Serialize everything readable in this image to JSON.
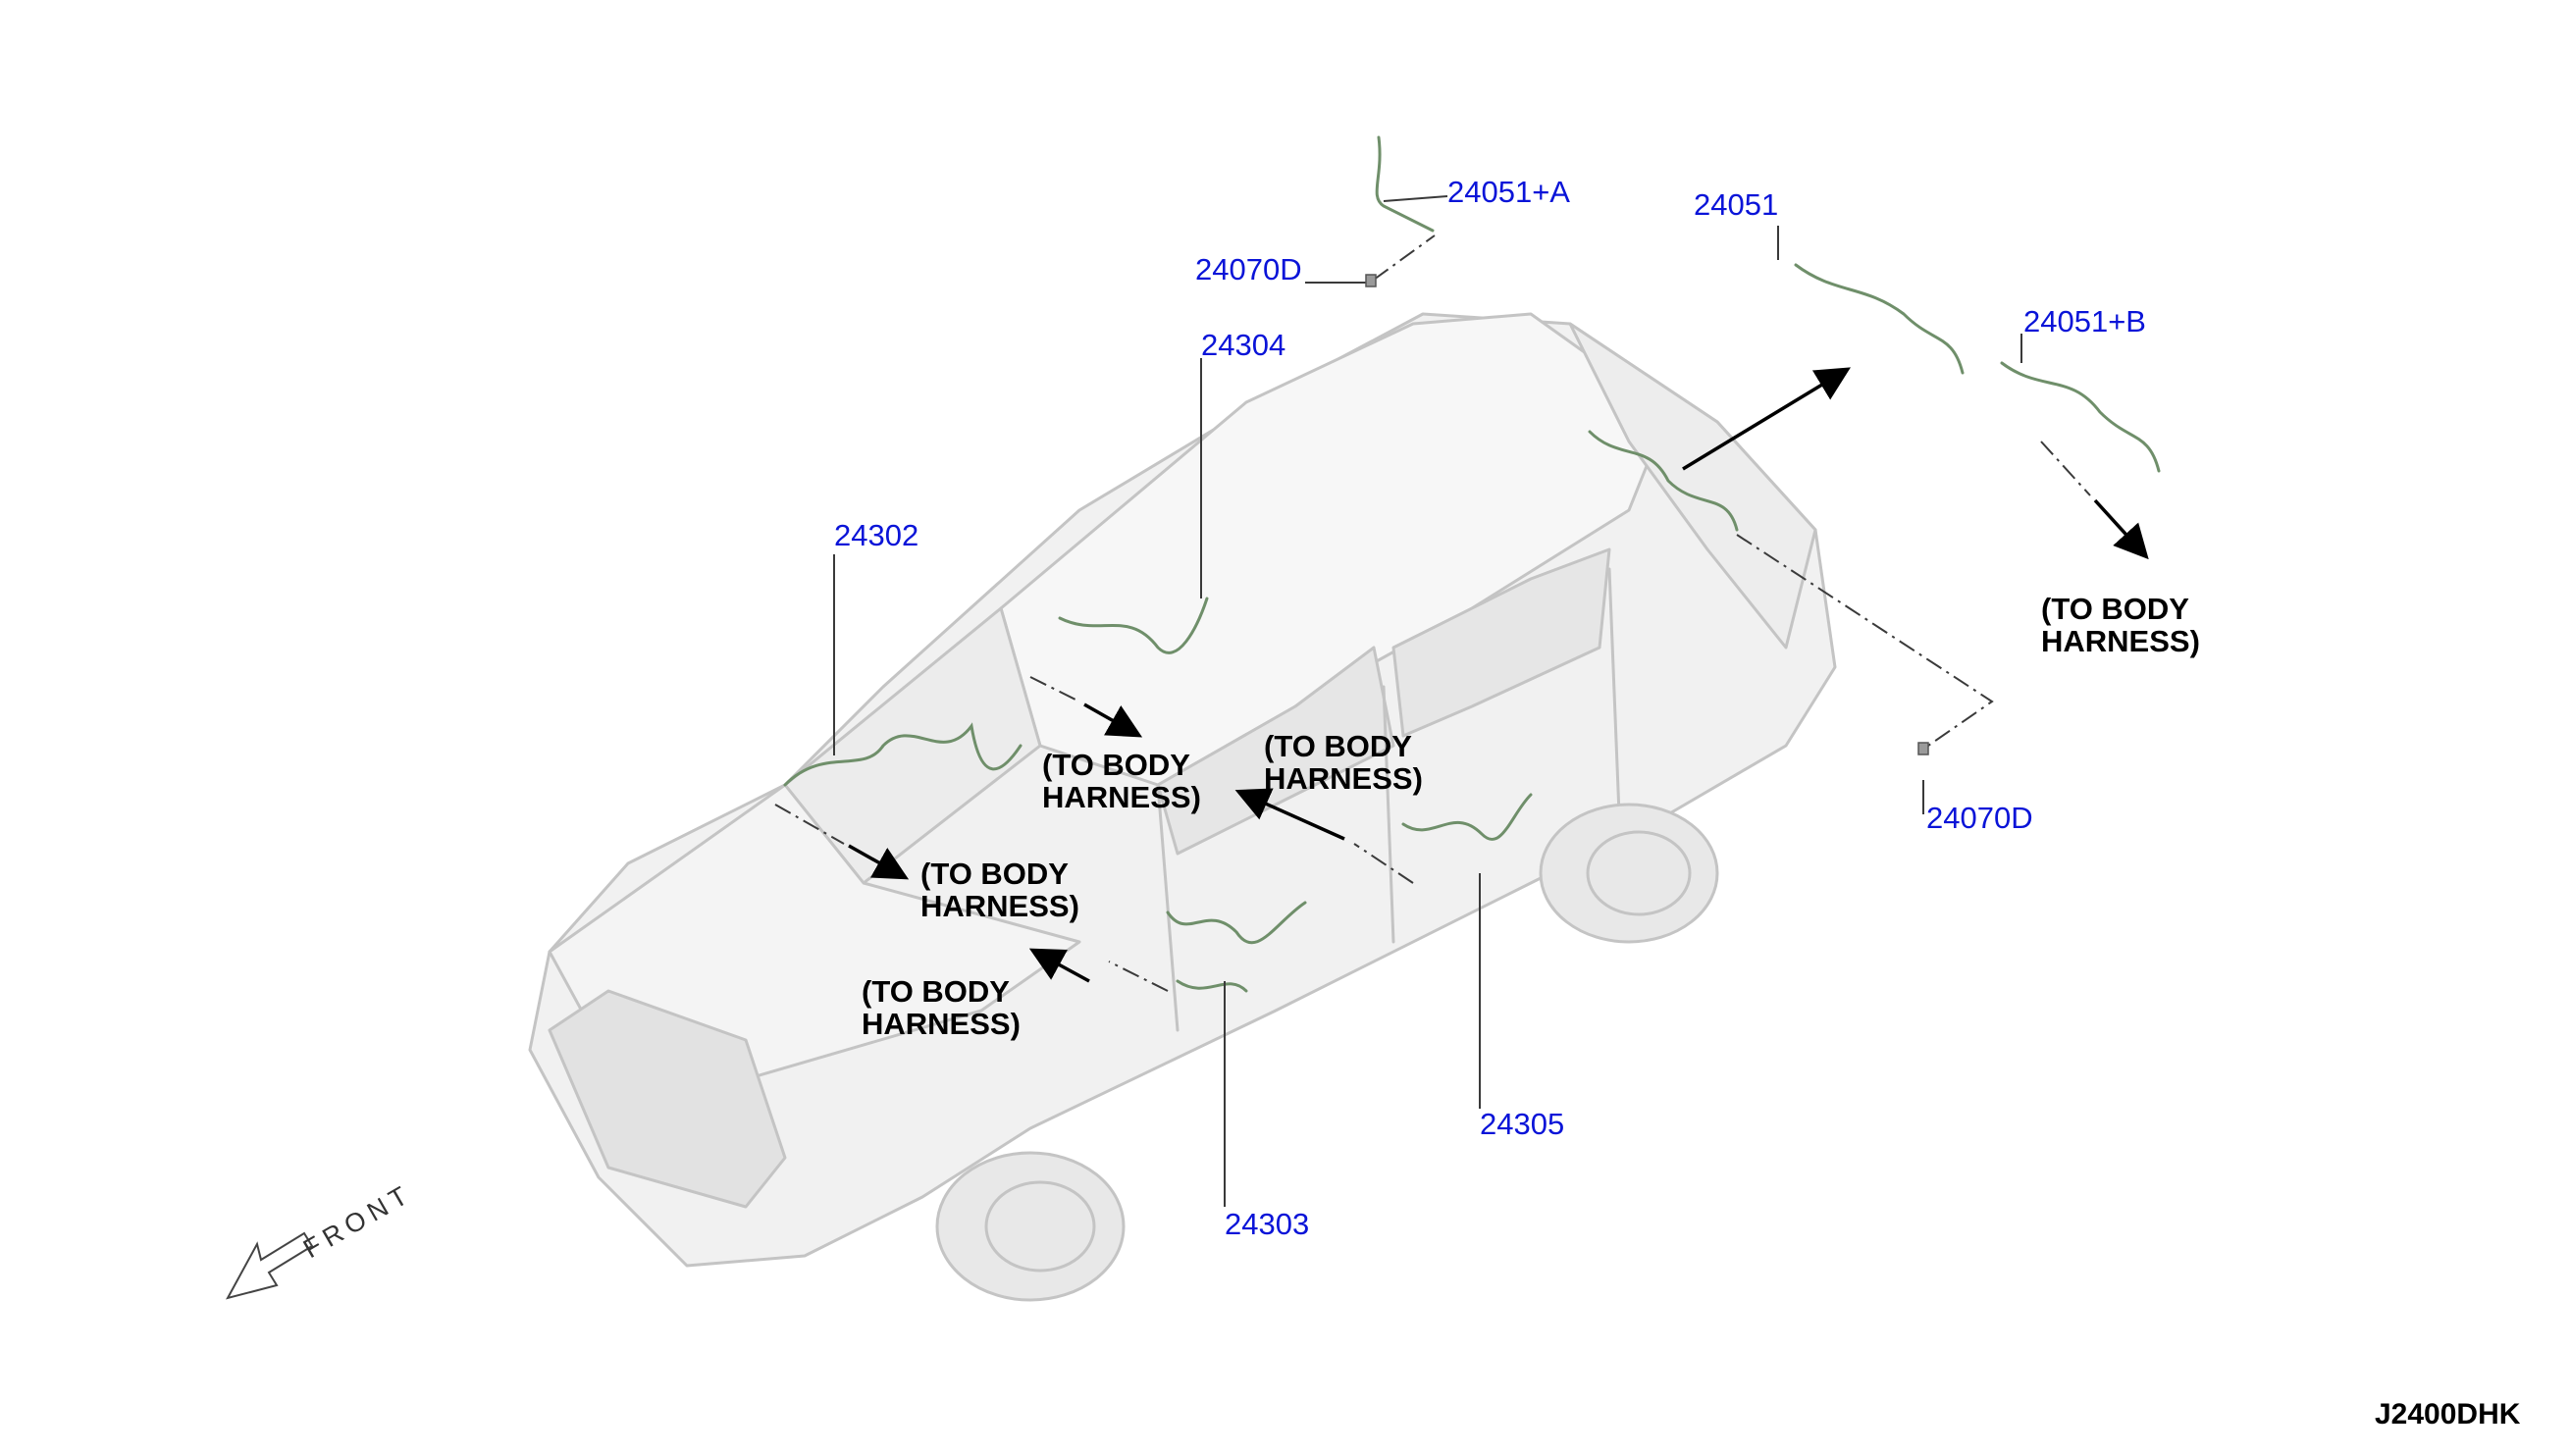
{
  "colors": {
    "callout": "#0a14d8",
    "note": "#000000",
    "car_line": "#b8b8b8",
    "harness": "#6f8f6a"
  },
  "callouts": {
    "c24051a": "24051+A",
    "c24070d_top": "24070D",
    "c24051": "24051",
    "c24051b": "24051+B",
    "c24304": "24304",
    "c24302": "24302",
    "c24070d_bottom": "24070D",
    "c24305": "24305",
    "c24303": "24303"
  },
  "notes": {
    "n1": [
      "(TO BODY",
      "HARNESS)"
    ],
    "n2": [
      "(TO BODY",
      "HARNESS)"
    ],
    "n3": [
      "(TO BODY",
      "HARNESS)"
    ],
    "n4": [
      "(TO BODY",
      "HARNESS)"
    ],
    "n5": [
      "(TO BODY",
      "HARNESS)"
    ]
  },
  "direction_label": "FRONT",
  "diagram_code": "J2400DHK"
}
